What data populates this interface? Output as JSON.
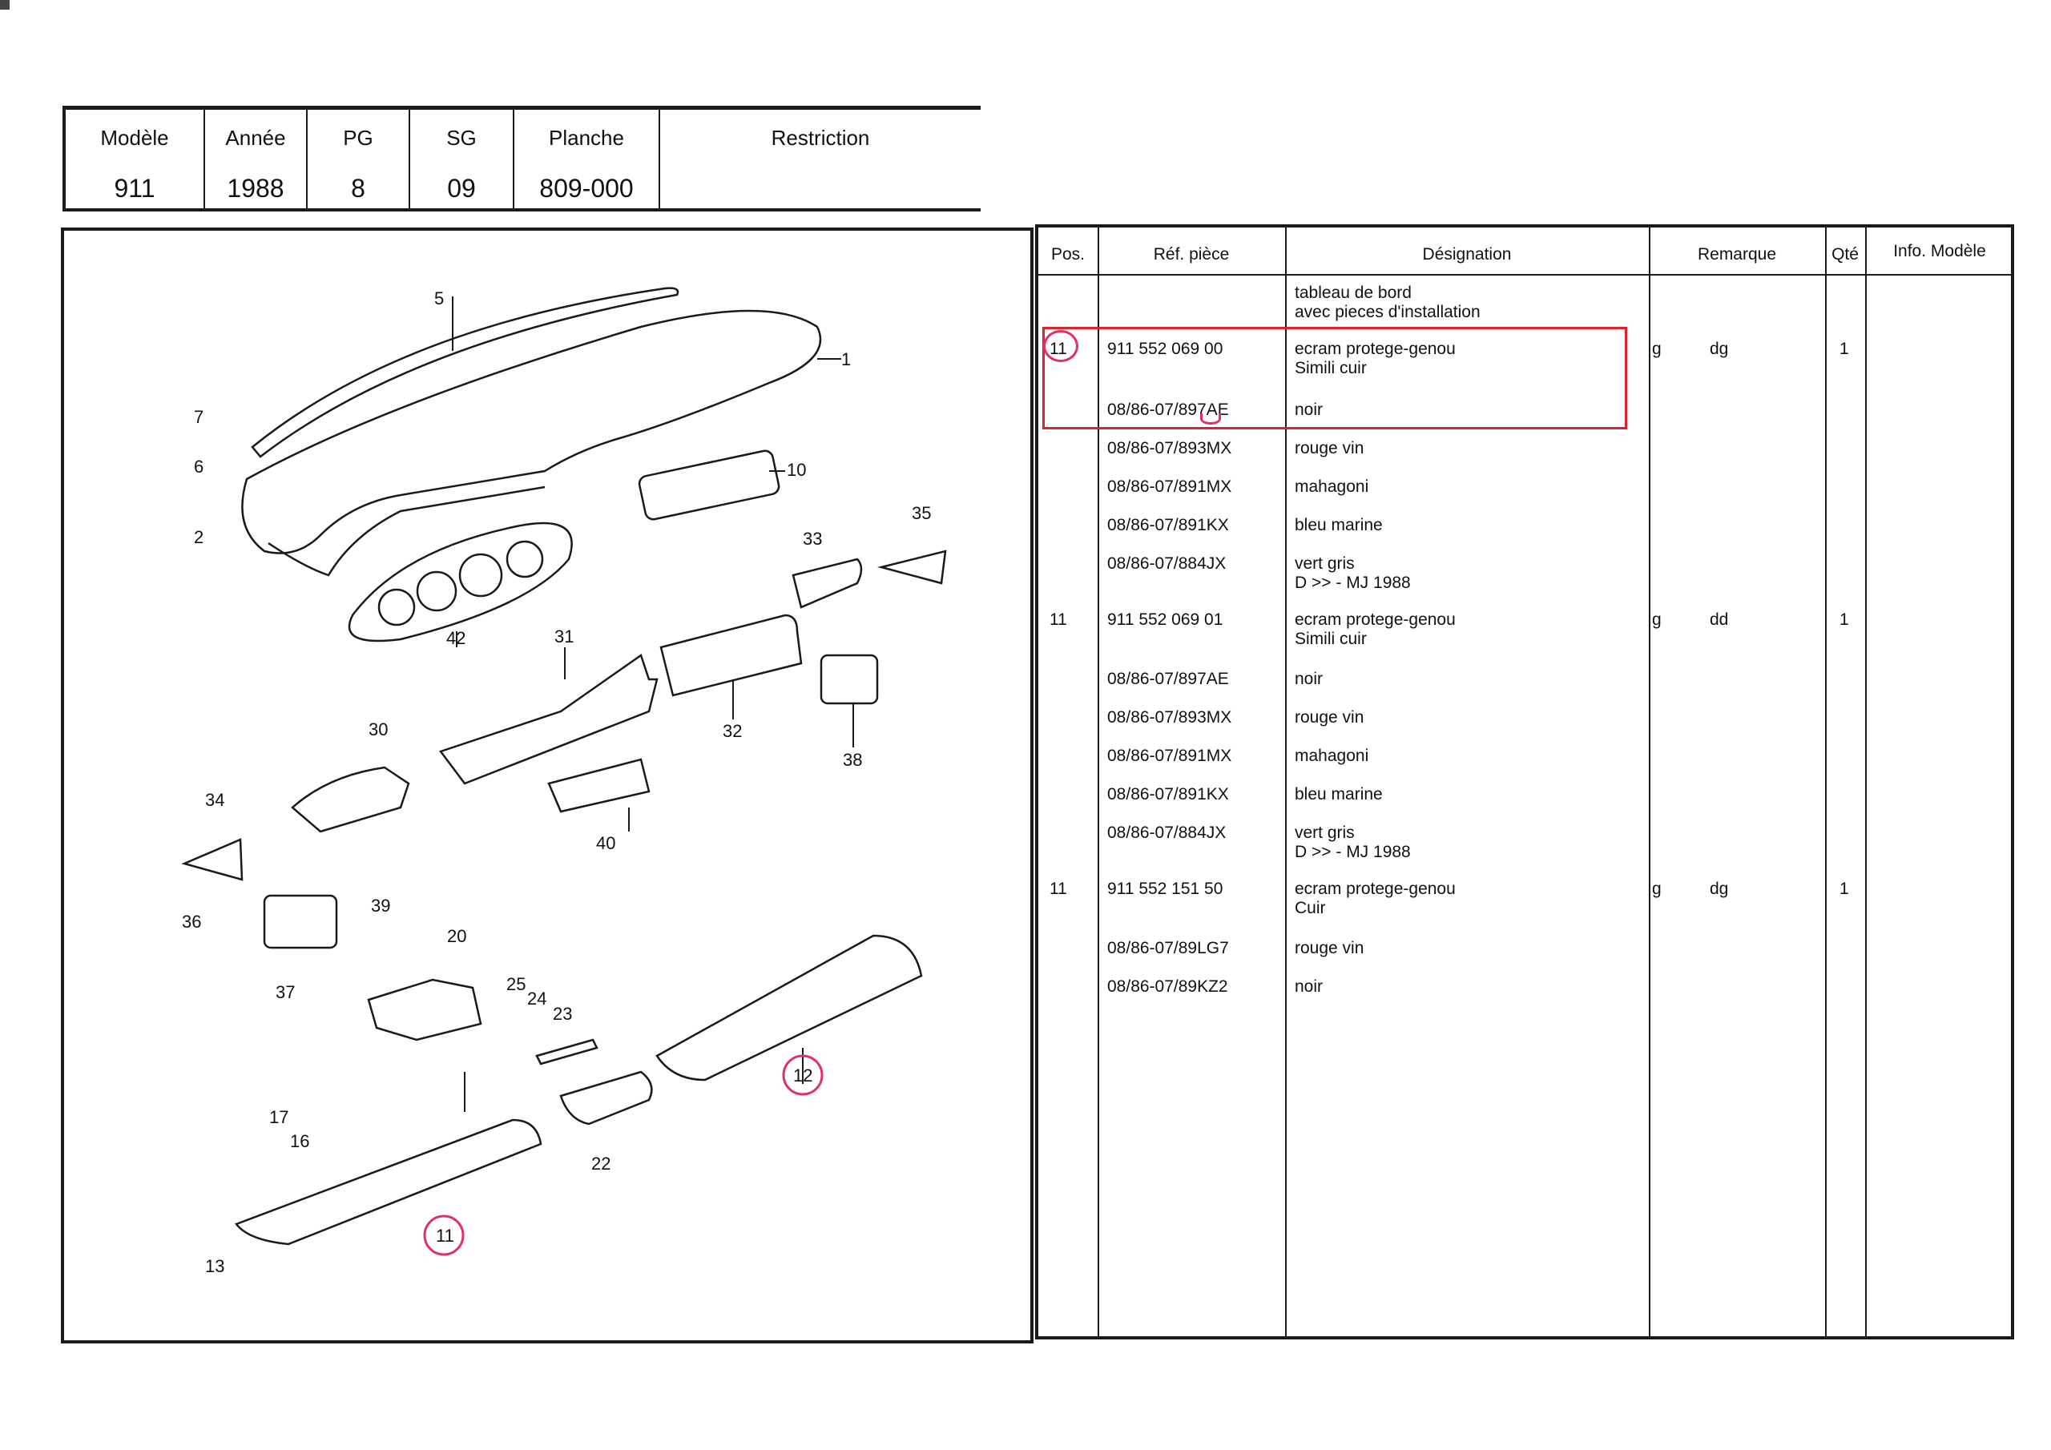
{
  "header": {
    "columns": [
      {
        "label": "Modèle",
        "value": "911"
      },
      {
        "label": "Année",
        "value": "1988"
      },
      {
        "label": "PG",
        "value": "8"
      },
      {
        "label": "SG",
        "value": "09"
      },
      {
        "label": "Planche",
        "value": "809-000"
      },
      {
        "label": "Restriction",
        "value": ""
      }
    ]
  },
  "diagram": {
    "callouts": [
      "5",
      "1",
      "7",
      "6",
      "10",
      "2",
      "35",
      "33",
      "42",
      "31",
      "32",
      "38",
      "30",
      "34",
      "40",
      "36",
      "39",
      "37",
      "20",
      "25",
      "24",
      "23",
      "12",
      "17",
      "16",
      "22",
      "11",
      "13"
    ]
  },
  "table": {
    "headers": {
      "pos": "Pos.",
      "ref": "Réf. pièce",
      "designation": "Désignation",
      "remarque": "Remarque",
      "qte": "Qté",
      "info": "Info. Modèle"
    },
    "rows": [
      {
        "pos": "",
        "ref": "",
        "des1": "tableau de bord",
        "des2": "avec pieces d'installation",
        "r1": "",
        "r2": "",
        "qte": ""
      },
      {
        "pos": "11",
        "ref": "911 552 069 00",
        "des1": "ecram protege-genou",
        "des2": "Simili cuir",
        "r1": "g",
        "r2": "dg",
        "qte": "1"
      },
      {
        "pos": "",
        "ref": "08/86-07/897AE",
        "des1": "noir",
        "des2": "",
        "r1": "",
        "r2": "",
        "qte": ""
      },
      {
        "pos": "",
        "ref": "08/86-07/893MX",
        "des1": "rouge vin",
        "des2": "",
        "r1": "",
        "r2": "",
        "qte": ""
      },
      {
        "pos": "",
        "ref": "08/86-07/891MX",
        "des1": "mahagoni",
        "des2": "",
        "r1": "",
        "r2": "",
        "qte": ""
      },
      {
        "pos": "",
        "ref": "08/86-07/891KX",
        "des1": "bleu marine",
        "des2": "",
        "r1": "",
        "r2": "",
        "qte": ""
      },
      {
        "pos": "",
        "ref": "08/86-07/884JX",
        "des1": "vert gris",
        "des2": "D         >> -    MJ 1988",
        "r1": "",
        "r2": "",
        "qte": ""
      },
      {
        "pos": "11",
        "ref": "911 552 069 01",
        "des1": "ecram protege-genou",
        "des2": "Simili cuir",
        "r1": "g",
        "r2": "dd",
        "qte": "1"
      },
      {
        "pos": "",
        "ref": "08/86-07/897AE",
        "des1": "noir",
        "des2": "",
        "r1": "",
        "r2": "",
        "qte": ""
      },
      {
        "pos": "",
        "ref": "08/86-07/893MX",
        "des1": "rouge vin",
        "des2": "",
        "r1": "",
        "r2": "",
        "qte": ""
      },
      {
        "pos": "",
        "ref": "08/86-07/891MX",
        "des1": "mahagoni",
        "des2": "",
        "r1": "",
        "r2": "",
        "qte": ""
      },
      {
        "pos": "",
        "ref": "08/86-07/891KX",
        "des1": "bleu marine",
        "des2": "",
        "r1": "",
        "r2": "",
        "qte": ""
      },
      {
        "pos": "",
        "ref": "08/86-07/884JX",
        "des1": "vert gris",
        "des2": "D         >> -    MJ 1988",
        "r1": "",
        "r2": "",
        "qte": ""
      },
      {
        "pos": "11",
        "ref": "911 552 151 50",
        "des1": "ecram protege-genou",
        "des2": "Cuir",
        "r1": "g",
        "r2": "dg",
        "qte": "1"
      },
      {
        "pos": "",
        "ref": "08/86-07/89LG7",
        "des1": "rouge vin",
        "des2": "",
        "r1": "",
        "r2": "",
        "qte": ""
      },
      {
        "pos": "",
        "ref": "08/86-07/89KZ2",
        "des1": "noir",
        "des2": "",
        "r1": "",
        "r2": "",
        "qte": ""
      }
    ]
  },
  "colors": {
    "highlight": "#e0202a",
    "circle": "#e0306a",
    "ink": "#1a1a1a"
  }
}
